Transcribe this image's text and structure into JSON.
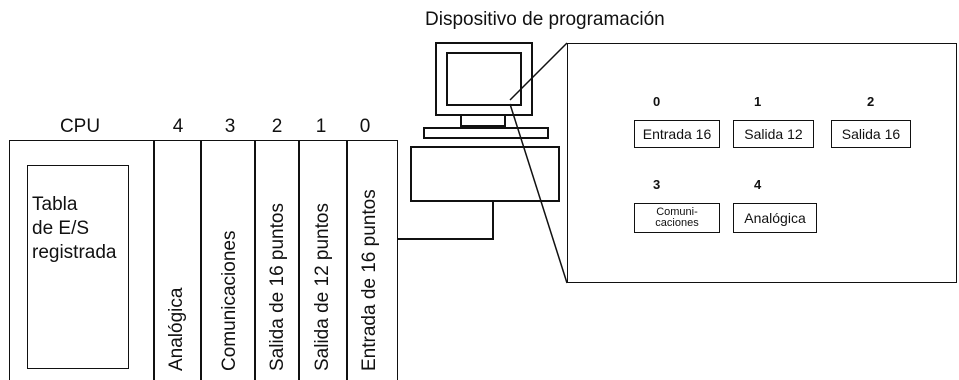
{
  "device_label": "Dispositivo de programación",
  "cpu": {
    "header": "CPU",
    "table_text": "Tabla\nde E/S\nregistrada"
  },
  "rack_slots": [
    {
      "number": "4",
      "label": "Analógica"
    },
    {
      "number": "3",
      "label": "Comunicaciones"
    },
    {
      "number": "2",
      "label": "Salida de 16 puntos"
    },
    {
      "number": "1",
      "label": "Salida de 12 puntos"
    },
    {
      "number": "0",
      "label": "Entrada de 16 puntos"
    }
  ],
  "screen_units": [
    {
      "number": "0",
      "label": "Entrada 16"
    },
    {
      "number": "1",
      "label": "Salida 12"
    },
    {
      "number": "2",
      "label": "Salida 16"
    },
    {
      "number": "3",
      "label": "Comuni-\ncaciones"
    },
    {
      "number": "4",
      "label": "Analógica"
    }
  ]
}
